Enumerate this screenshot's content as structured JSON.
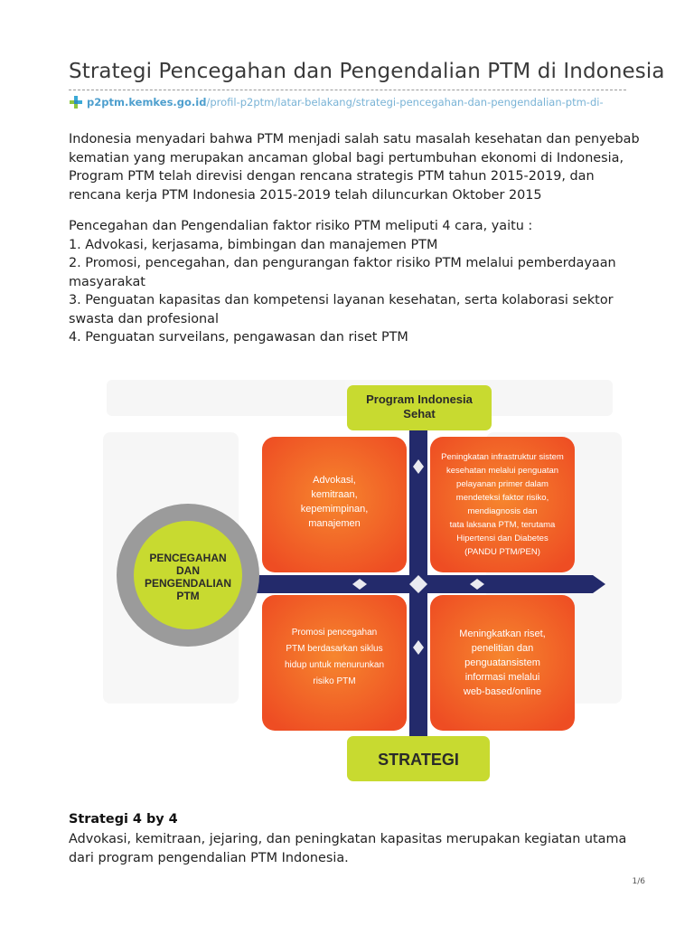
{
  "page": {
    "title": "Strategi Pencegahan dan Pengendalian PTM di Indonesia",
    "source_domain": "p2ptm.kemkes.go.id",
    "source_path": "/profil-p2ptm/latar-belakang/strategi-pencegahan-dan-pengendalian-ptm-di-",
    "page_number": "1/6"
  },
  "intro": {
    "lines": [
      "Indonesia menyadari bahwa PTM menjadi salah satu masalah kesehatan dan penyebab",
      "kematian yang  merupakan ancaman global bagi pertumbuhan ekonomi di Indonesia,",
      "Program PTM telah direvisi dengan rencana strategis PTM tahun 2015-2019, dan",
      "rencana kerja PTM Indonesia 2015-2019 telah diluncurkan Oktober 2015"
    ]
  },
  "methods": {
    "lines": [
      "Pencegahan dan Pengendalian faktor risiko PTM meliputi 4 cara, yaitu :",
      "1. Advokasi, kerjasama, bimbingan dan manajemen PTM",
      "2. Promosi, pencegahan, dan pengurangan faktor risiko PTM melalui pemberdayaan",
      "masyarakat",
      "3. Penguatan kapasitas dan kompetensi layanan kesehatan, serta kolaborasi sektor",
      "swasta dan profesional",
      "4. Penguatan surveilans, pengawasan dan riset PTM"
    ]
  },
  "diagram": {
    "top_box": [
      "Program Indonesia",
      "Sehat"
    ],
    "bottom_box": "STRATEGI",
    "circle": [
      "PENCEGAHAN",
      "DAN",
      "PENGENDALIAN",
      "PTM"
    ],
    "q1": [
      "Advokasi,",
      "kemitraan,",
      "kepemimpinan,",
      "manajemen"
    ],
    "q2": [
      "Peningkatan infrastruktur sistem",
      "kesehatan melalui penguatan",
      "pelayanan primer dalam",
      "mendeteksi faktor risiko,",
      "mendiagnosis dan",
      "tata laksana PTM, terutama",
      "Hipertensi dan Diabetes",
      "(PANDU PTM/PEN)"
    ],
    "q3": [
      "Promosi pencegahan",
      "PTM berdasarkan siklus",
      "hidup untuk menurunkan",
      "risiko PTM"
    ],
    "q4": [
      "Meningkatkan riset,",
      "penelitian dan",
      "penguatansistem",
      "informasi melalui",
      "web-based/online"
    ],
    "colors": {
      "orange": "#f05a22",
      "orange_light": "#f57a2c",
      "lime": "#c5d82f",
      "navy": "#232a6b",
      "gray": "#9b9b9b"
    }
  },
  "strategy": {
    "heading": "Strategi 4 by 4",
    "lines": [
      "Advokasi, kemitraan, jejaring, dan peningkatan kapasitas merupakan kegiatan utama",
      "dari program pengendalian PTM Indonesia."
    ]
  }
}
